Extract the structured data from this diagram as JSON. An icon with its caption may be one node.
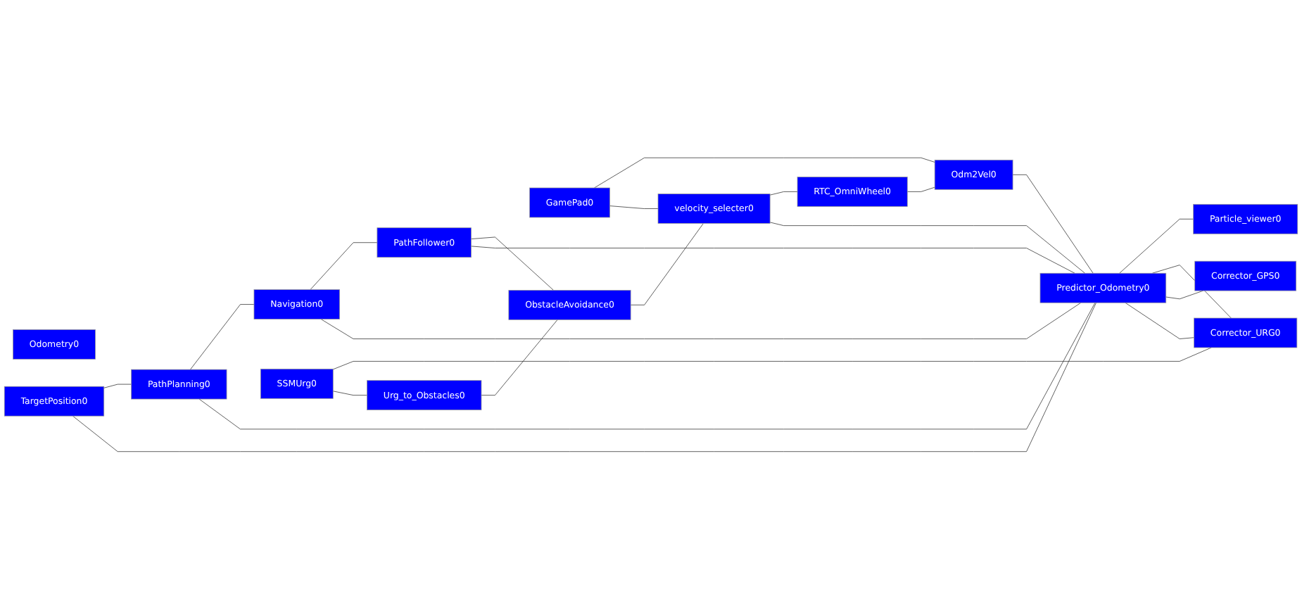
{
  "diagram": {
    "nodes": [
      {
        "text": [
          "TargetPosition0"
        ]
      },
      {
        "text": [
          "PathPlanning0"
        ]
      },
      {
        "text": [
          "Navigation0"
        ]
      },
      {
        "text": [
          "PathFollower0"
        ]
      },
      {
        "text": [
          "Particle_viewer0"
        ]
      },
      {
        "text": [
          "GamePad0"
        ]
      },
      {
        "text": [
          "Odometry0"
        ]
      },
      {
        "text": [
          "Odm2Vel0"
        ]
      },
      {
        "text": [
          "Predictor_Odometry0"
        ]
      },
      {
        "text": [
          "velocity_selecter0"
        ]
      },
      {
        "text": [
          "RTC_OmniWheel0"
        ]
      },
      {
        "text": [
          "Corrector_URG0"
        ]
      },
      {
        "text": [
          "SSMUrg0"
        ]
      },
      {
        "text": [
          "ObstacleAvoidance0"
        ]
      },
      {
        "text": [
          "Corrector_GPS0"
        ]
      },
      {
        "text": [
          "Urg_to_Obstacles0"
        ]
      }
    ],
    "edges": [
      {
        "from": 0,
        "to": 1,
        "arrow": "none"
      },
      {
        "from": 1,
        "to": 2,
        "arrow": "none"
      },
      {
        "from": 2,
        "to": 3,
        "arrow": "none"
      },
      {
        "from": 8,
        "to": 0,
        "arrow": "none"
      },
      {
        "from": 8,
        "to": 1,
        "arrow": "none"
      },
      {
        "from": 8,
        "to": 2,
        "arrow": "none"
      },
      {
        "from": 8,
        "to": 3,
        "arrow": "none"
      },
      {
        "from": 8,
        "to": 4,
        "arrow": "none"
      },
      {
        "from": 8,
        "to": 9,
        "arrow": "none"
      },
      {
        "from": 3,
        "to": 13,
        "arrow": "none"
      },
      {
        "from": 5,
        "to": 7,
        "arrow": "none"
      },
      {
        "from": 5,
        "to": 9,
        "arrow": "none"
      },
      {
        "from": 13,
        "to": 9,
        "arrow": "none"
      },
      {
        "from": 9,
        "to": 10,
        "arrow": "none"
      },
      {
        "from": 10,
        "to": 7,
        "arrow": "none"
      },
      {
        "from": 7,
        "to": 8,
        "arrow": "none"
      },
      {
        "from": 11,
        "to": 8,
        "arrow": "none"
      },
      {
        "from": 8,
        "to": 11,
        "arrow": "none"
      },
      {
        "from": 8,
        "to": 14,
        "arrow": "none"
      },
      {
        "from": 12,
        "to": 11,
        "arrow": "none"
      },
      {
        "from": 12,
        "to": 15,
        "arrow": "none"
      },
      {
        "from": 15,
        "to": 13,
        "arrow": "none"
      }
    ]
  }
}
